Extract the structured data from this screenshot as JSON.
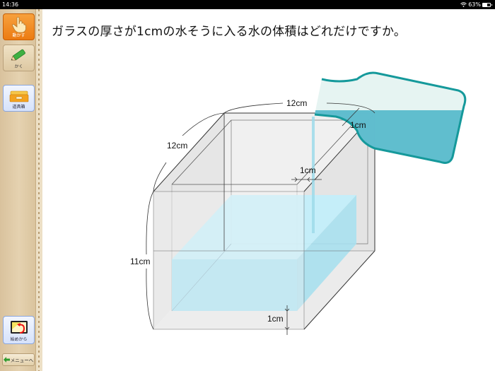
{
  "status_bar": {
    "time": "14:36",
    "wifi_icon": "wifi-icon",
    "battery_percent": "63%",
    "battery_icon": "battery-icon"
  },
  "sidebar": {
    "tools": [
      {
        "label": "動かす",
        "icon": "hand-pointer-icon",
        "active": true,
        "color": "#ec7b12"
      },
      {
        "label": "かく",
        "icon": "pencil-icon",
        "active": false
      },
      {
        "label": "道具箱",
        "icon": "toolbox-icon",
        "active": false
      }
    ],
    "reset": {
      "label": "始めから",
      "icon": "restart-icon"
    },
    "menu": {
      "label": "メニューへ",
      "icon": "arrow-left-icon"
    }
  },
  "question": {
    "text": "ガラスの厚さが1cmの水そうに入る水の体積はどれだけですか。"
  },
  "figure": {
    "labels": {
      "width": "12cm",
      "depth": "12cm",
      "height": "11cm",
      "glass_side": "1cm",
      "glass_back": "1cm",
      "glass_bottom": "1cm"
    },
    "colors": {
      "water": "#a9e4f3",
      "water_light": "#c3eefa",
      "glass": "#ececec",
      "pitcher_outline": "#15999b",
      "pitcher_water": "#55b9cb",
      "pitcher_empty": "#e3f3f1"
    }
  }
}
